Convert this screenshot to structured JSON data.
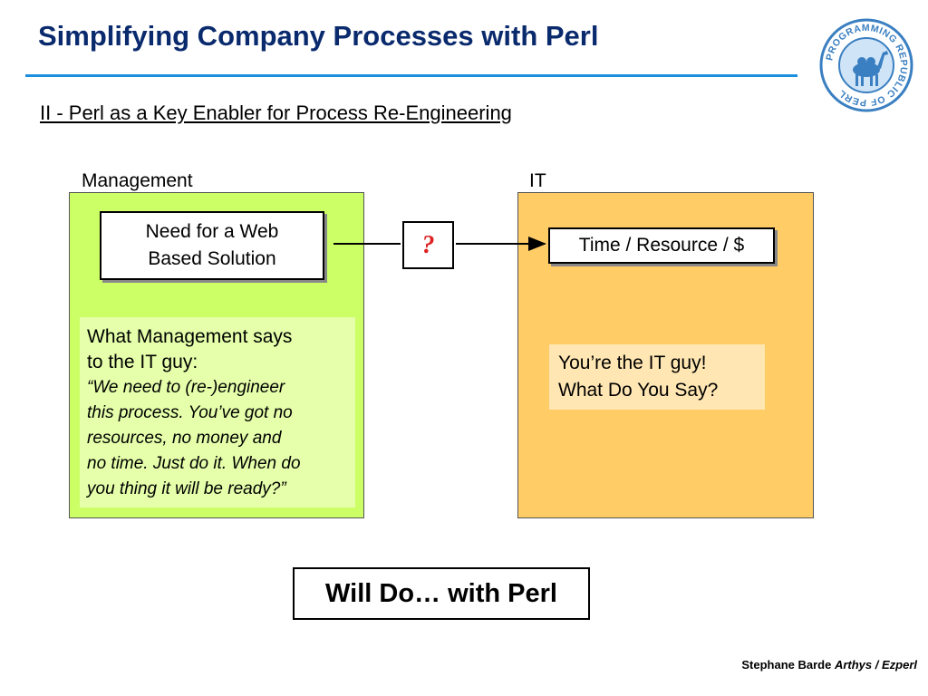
{
  "slide": {
    "title": "Simplifying Company Processes with Perl",
    "subtitle": "II - Perl as a Key Enabler for Process Re-Engineering"
  },
  "logo": {
    "ring_text": "PROGRAMMING REPUBLIC OF PERL",
    "colors": {
      "ring": "#3a7fc1",
      "fill": "#cfe4f7"
    }
  },
  "columns": {
    "management": "Management",
    "it": "IT"
  },
  "diagram": {
    "need_line1": "Need for a Web",
    "need_line2": "Based Solution",
    "question": "?",
    "time_resource": "Time / Resource / $",
    "management_says_line1": "What Management says",
    "management_says_line2": "to the IT guy:",
    "management_quote": [
      "“We need to (re-)engineer",
      "this process. You’ve got no",
      "resources, no money and",
      "no time. Just do it. When do",
      "you thing it will be ready?”"
    ],
    "it_guy_line1": "You’re the IT guy!",
    "it_guy_line2": "What Do You Say?",
    "conclusion": "Will Do… with Perl"
  },
  "footer": {
    "author": "Stephane Barde",
    "company": "Arthys / Ezperl"
  },
  "colors": {
    "title": "#0a2a6e",
    "rule": "#1a8fdf",
    "management_panel": "#ccff66",
    "management_note": "#e5ffaa",
    "it_panel": "#ffcc66",
    "it_note": "#ffe6b3",
    "question_mark": "#dd2222"
  }
}
